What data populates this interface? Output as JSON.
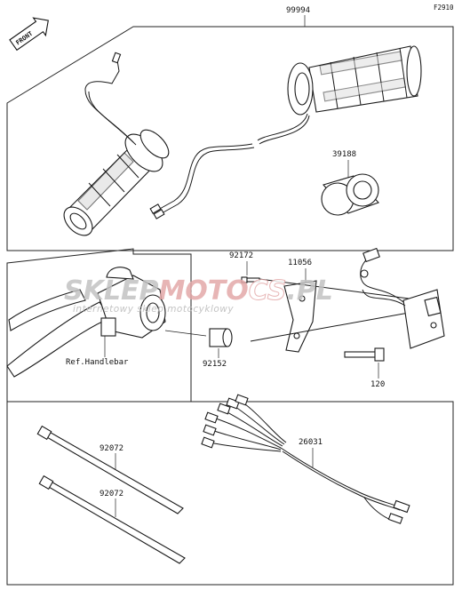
{
  "header": {
    "code": "F2910",
    "front_label": "FRONT"
  },
  "callouts": {
    "grip_set": "99994",
    "ring": "39188",
    "screw": "92172",
    "bracket": "11056",
    "collar": "92152",
    "bolt": "120",
    "handlebar_ref": "Ref.Handlebar",
    "band_upper": "92072",
    "band_lower": "92072",
    "harness": "26031"
  },
  "watermark": {
    "brand_part1": "SKLEP",
    "brand_part2": "MOTO",
    "brand_part3": "CS",
    "brand_part4": ".PL",
    "tagline": "internetowy sklep motocyklowy"
  },
  "colors": {
    "line": "#1a1a1a",
    "watermark_gray": "#b5b5b5",
    "watermark_red": "#e0a8a8"
  }
}
